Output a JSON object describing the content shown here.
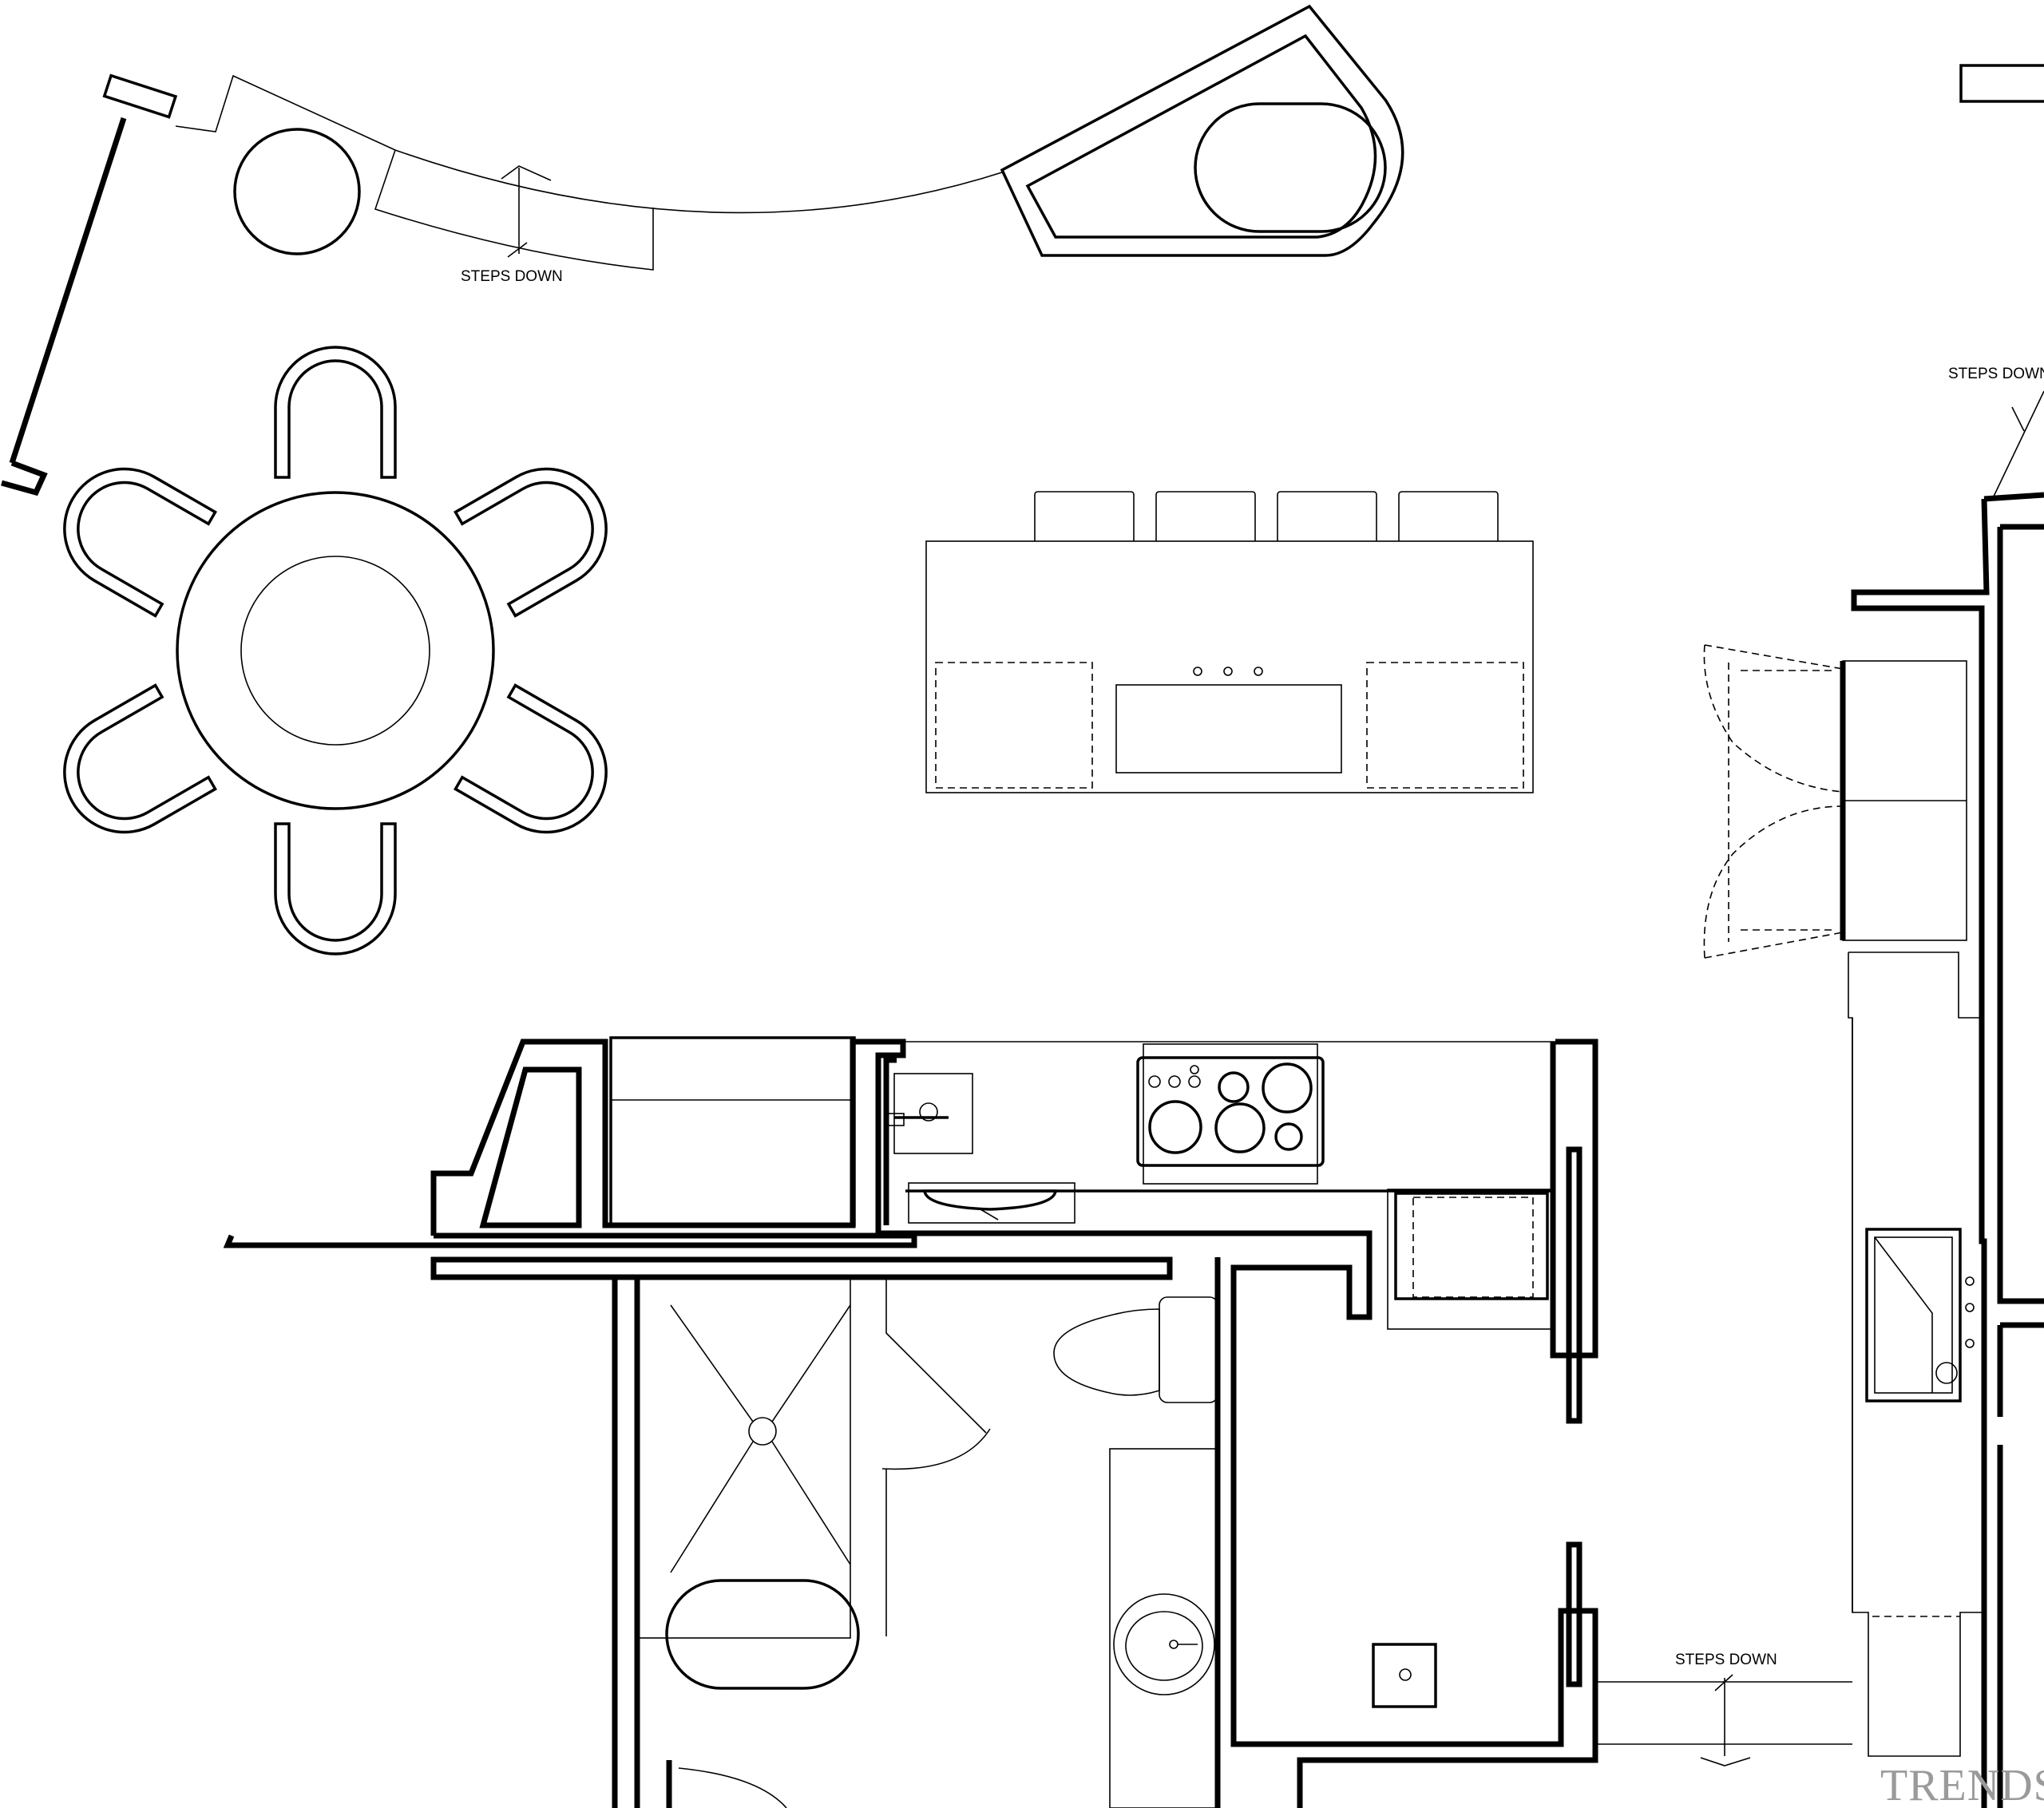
{
  "annotations": {
    "steps_down_top": "STEPS DOWN",
    "steps_down_right": "STEPS DOWN",
    "steps_down_bottom": "STEPS DOWN"
  },
  "watermark": "TRENDS",
  "colors": {
    "line": "#000000",
    "background": "#ffffff",
    "watermark": "#9a9a9a"
  }
}
